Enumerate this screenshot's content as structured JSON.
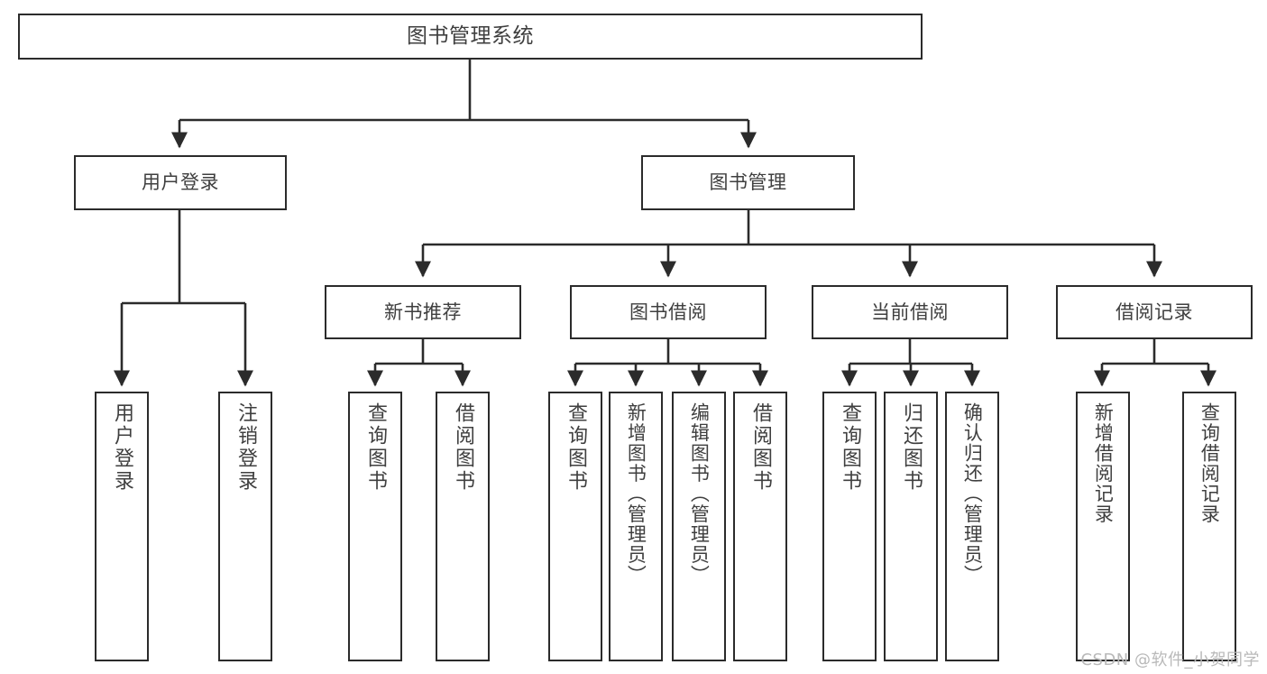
{
  "diagram": {
    "title": "图书管理系统",
    "type": "hierarchy-tree",
    "watermark": "CSDN @软件_小贺同学",
    "colors": {
      "box_border": "#2b2b2b",
      "box_fill": "#ffffff",
      "text": "#3f3f3f",
      "edge": "#2b2b2b",
      "watermark": "#b9b9b9"
    },
    "root": {
      "label": "图书管理系统"
    },
    "level1": [
      {
        "label": "用户登录"
      },
      {
        "label": "图书管理"
      }
    ],
    "level2": [
      {
        "label": "新书推荐"
      },
      {
        "label": "图书借阅"
      },
      {
        "label": "当前借阅"
      },
      {
        "label": "借阅记录"
      }
    ],
    "leaves": {
      "user_login": [
        {
          "label": "用户登录"
        },
        {
          "label": "注销登录"
        }
      ],
      "new_book_recommend": [
        {
          "label": "查询图书"
        },
        {
          "label": "借阅图书"
        }
      ],
      "book_borrow": [
        {
          "label": "查询图书"
        },
        {
          "label": "新增图书（管理员）"
        },
        {
          "label": "编辑图书（管理员）"
        },
        {
          "label": "借阅图书"
        }
      ],
      "current_borrow": [
        {
          "label": "查询图书"
        },
        {
          "label": "归还图书"
        },
        {
          "label": "确认归还（管理员）"
        }
      ],
      "borrow_record": [
        {
          "label": "新增借阅记录"
        },
        {
          "label": "查询借阅记录"
        }
      ]
    }
  }
}
